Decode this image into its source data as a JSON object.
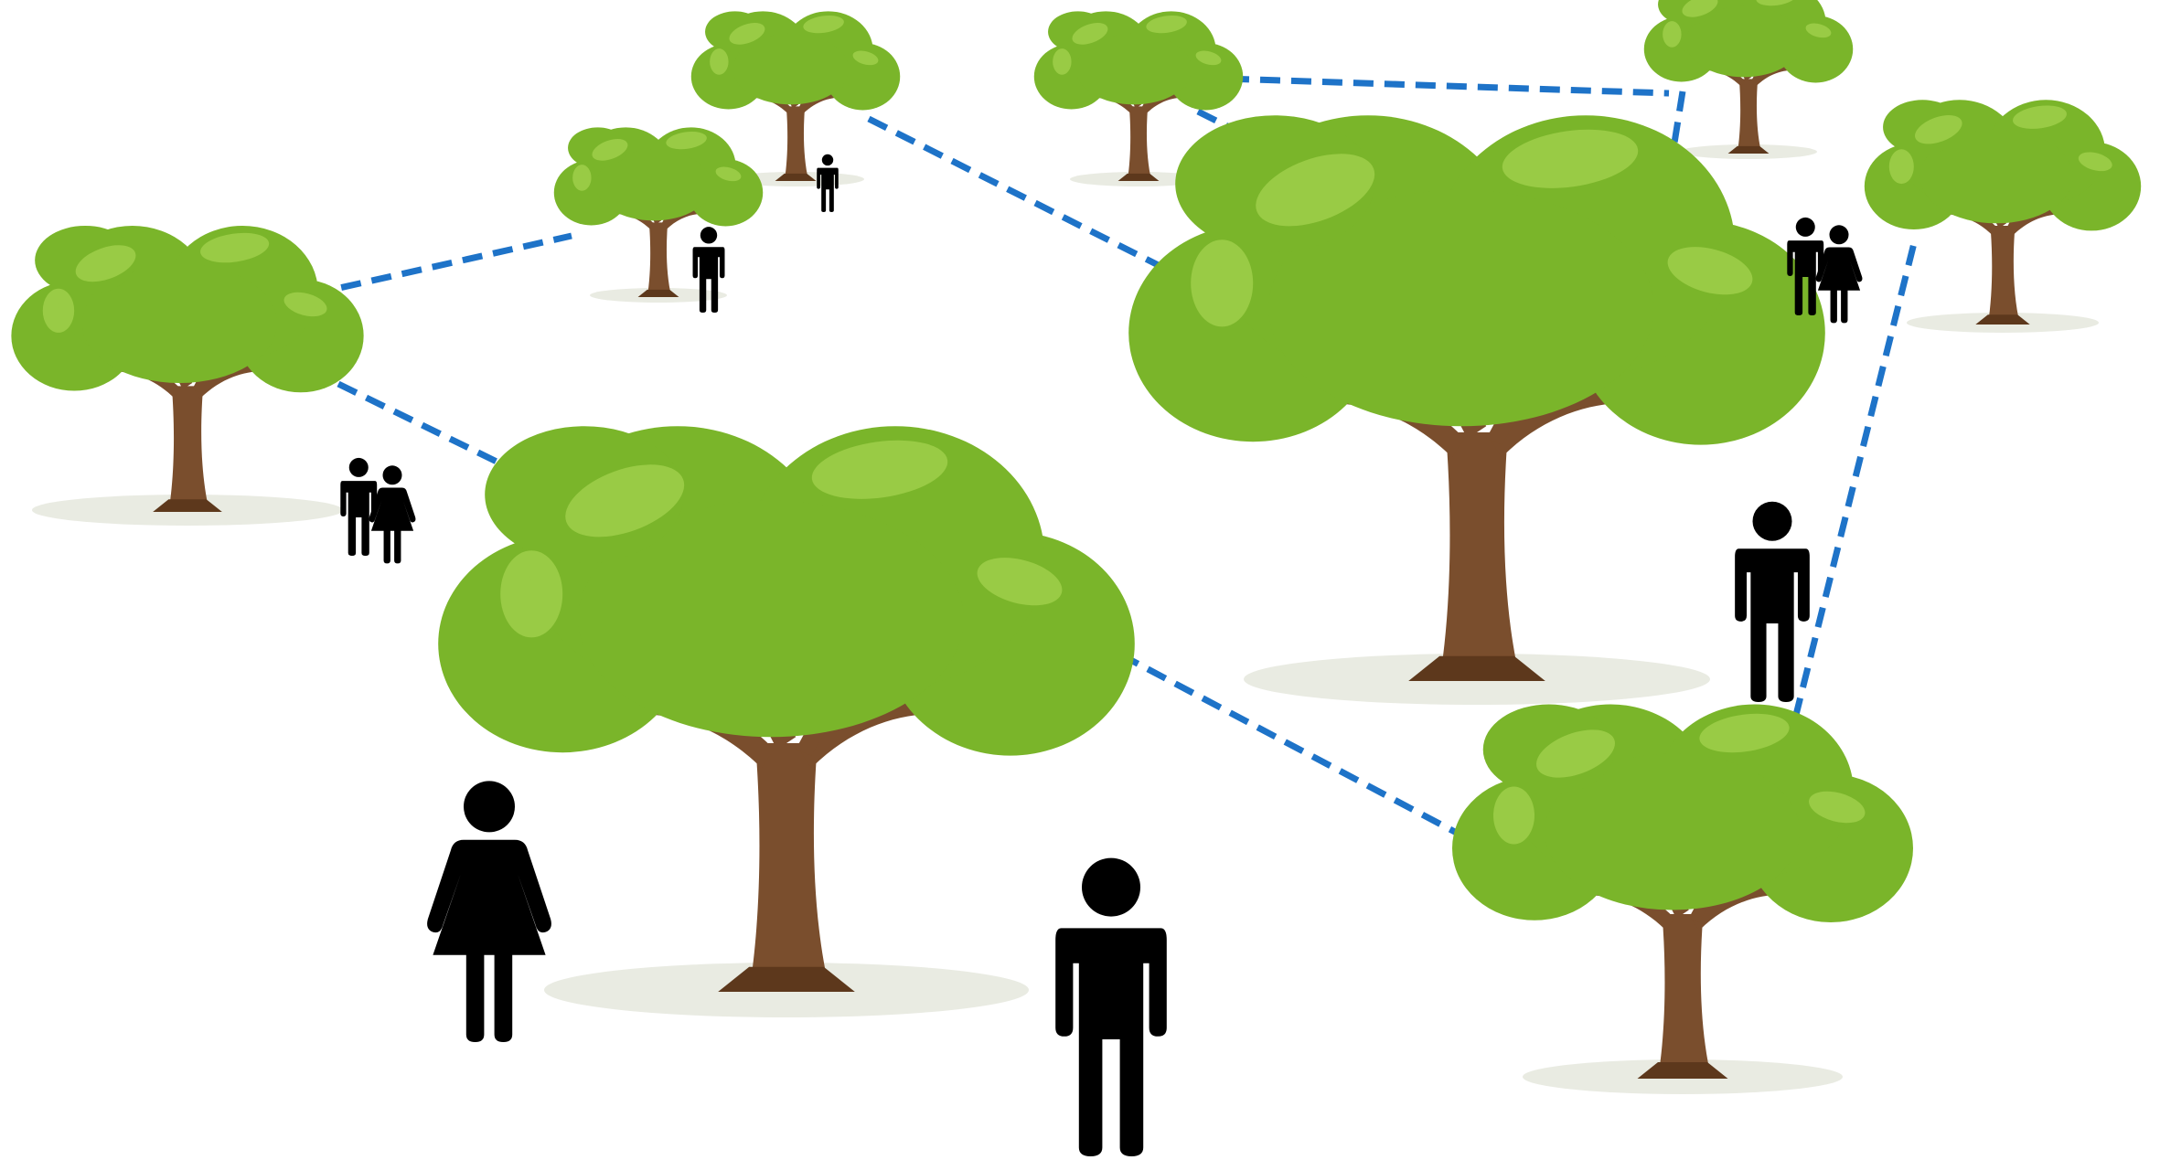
{
  "scene": {
    "kind": "tree network with people",
    "colors": {
      "background": "#ffffff",
      "foliage": "#7ab52a",
      "foliage_dark": "#6aa51c",
      "foliage_highlight": "#9fcf4a",
      "trunk": "#7a4e2d",
      "trunk_dark": "#5d381c",
      "ground_shadow": "#e9ebe2",
      "connector": "#1e73c8",
      "person": "#000000"
    },
    "trees": [
      {
        "id": "tree-far-left",
        "size": "medium"
      },
      {
        "id": "tree-small-upper-left",
        "size": "small"
      },
      {
        "id": "tree-small-top-center",
        "size": "small"
      },
      {
        "id": "tree-small-top-right-center",
        "size": "small"
      },
      {
        "id": "tree-small-top-right",
        "size": "small"
      },
      {
        "id": "tree-far-right",
        "size": "small"
      },
      {
        "id": "tree-large-center-left",
        "size": "large"
      },
      {
        "id": "tree-large-center-right",
        "size": "large"
      },
      {
        "id": "tree-medium-lower-right",
        "size": "medium"
      }
    ],
    "connections": [
      [
        "tree-far-left",
        "tree-small-upper-left"
      ],
      [
        "tree-far-left",
        "tree-large-center-left"
      ],
      [
        "tree-small-top-center",
        "tree-large-center-right"
      ],
      [
        "tree-small-top-right-center",
        "tree-small-top-right"
      ],
      [
        "tree-small-top-right-center",
        "tree-large-center-right"
      ],
      [
        "tree-small-top-right",
        "tree-large-center-right"
      ],
      [
        "tree-large-center-left",
        "tree-medium-lower-right"
      ],
      [
        "tree-medium-lower-right",
        "tree-far-right"
      ]
    ],
    "people": [
      {
        "id": "person-man-near-upper-left-tree",
        "type": "man"
      },
      {
        "id": "person-man-top-center",
        "type": "man"
      },
      {
        "id": "couple-left",
        "type": "couple"
      },
      {
        "id": "couple-right",
        "type": "couple"
      },
      {
        "id": "person-man-right",
        "type": "man"
      },
      {
        "id": "person-woman-lower-left",
        "type": "woman"
      },
      {
        "id": "person-man-lower-center",
        "type": "man"
      }
    ]
  }
}
